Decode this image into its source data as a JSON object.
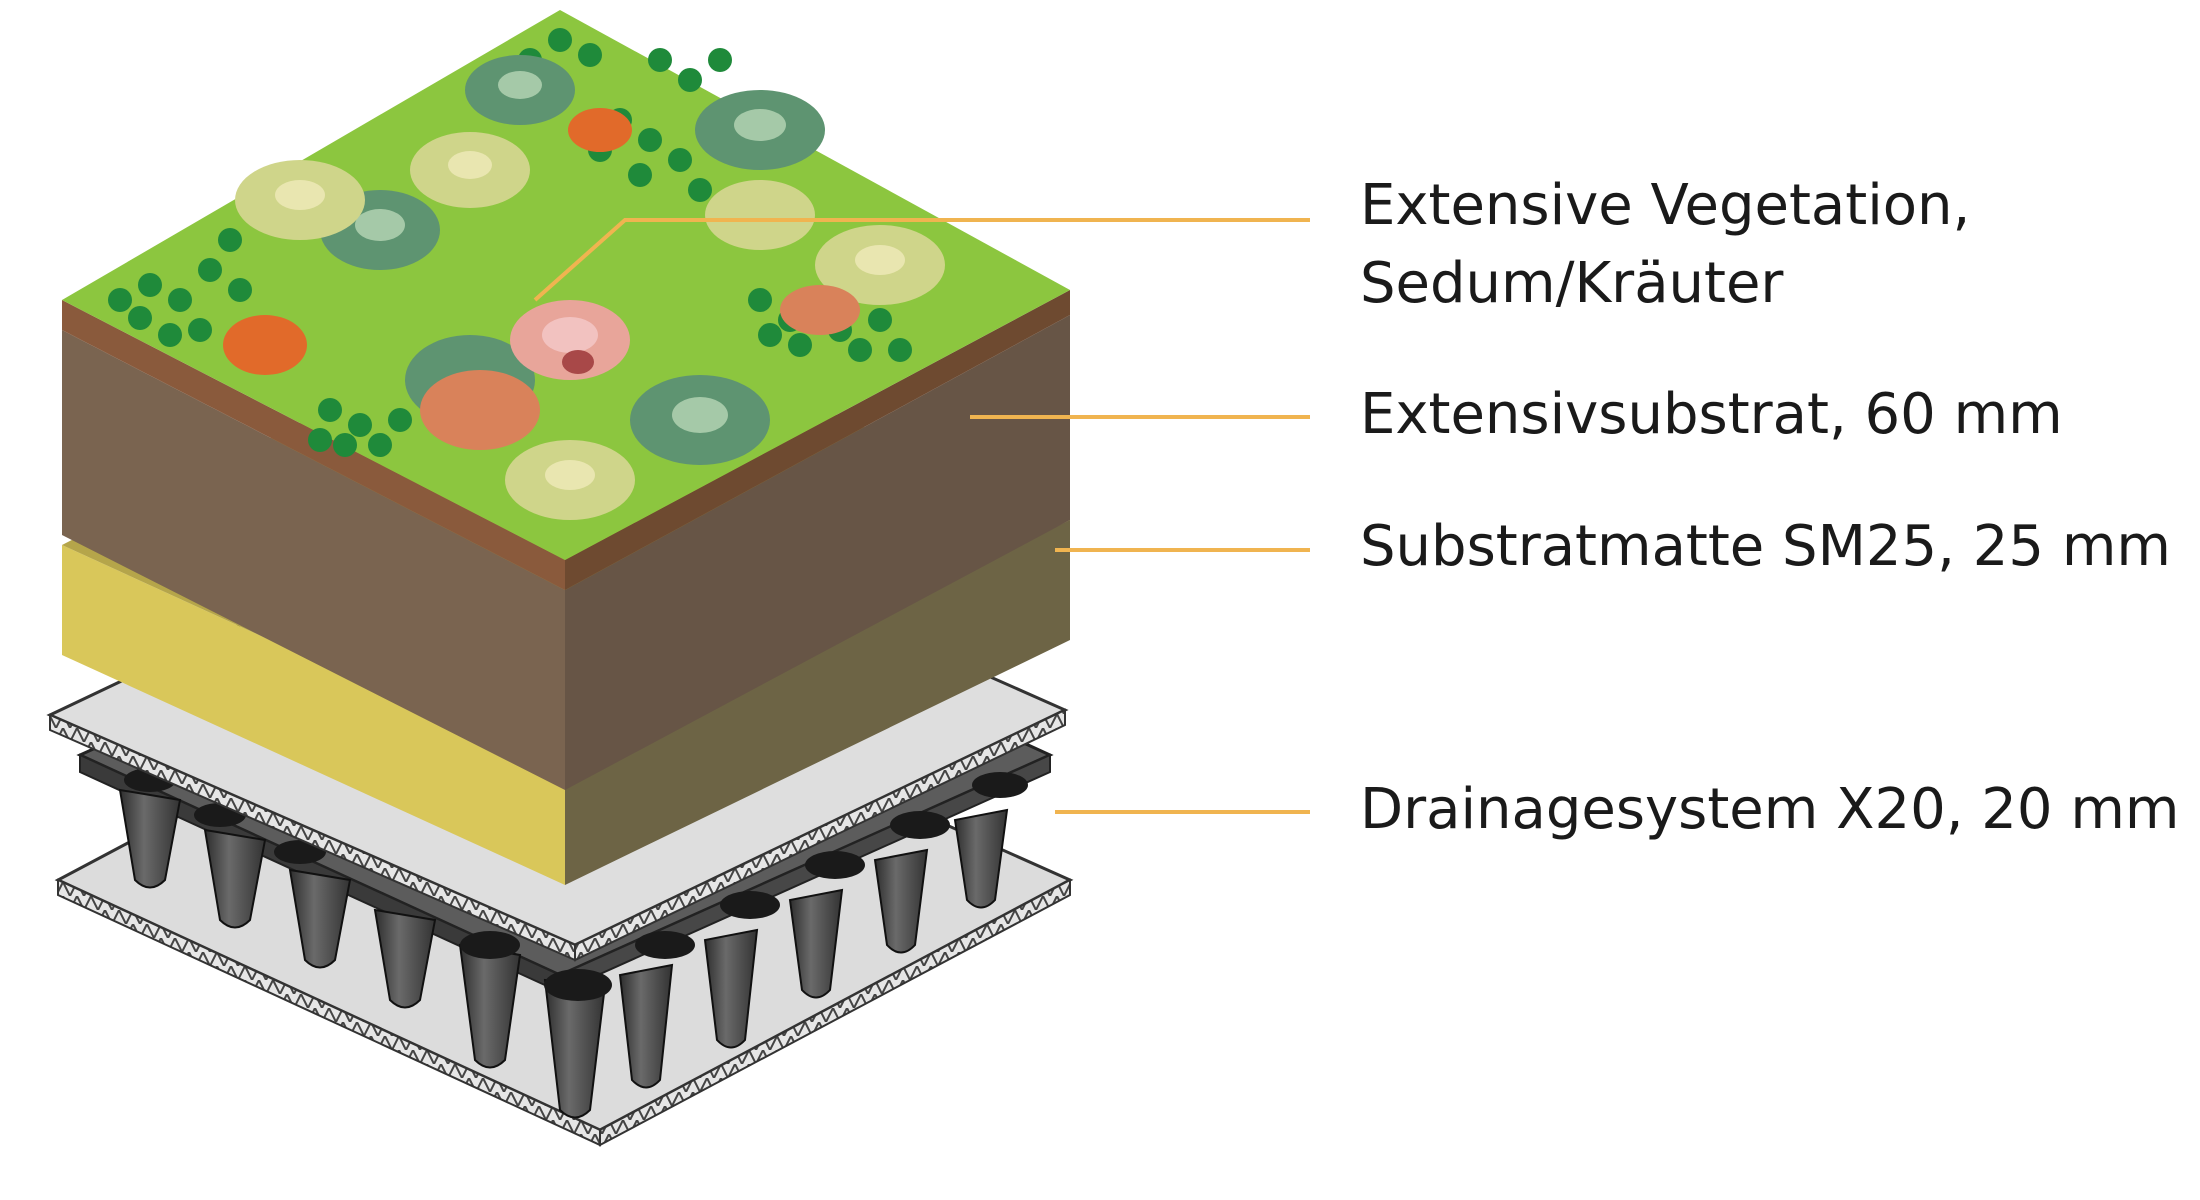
{
  "layers": [
    {
      "id": "vegetation",
      "label_lines": [
        "Extensive Vegetation,",
        "Sedum/Kräuter"
      ]
    },
    {
      "id": "substrate",
      "label_lines": [
        "Extensivsubstrat, 60 mm"
      ]
    },
    {
      "id": "mat",
      "label_lines": [
        "Substratmatte SM25, 25 mm"
      ]
    },
    {
      "id": "drainage",
      "label_lines": [
        "Drainagesystem X20, 20 mm"
      ]
    }
  ],
  "colors": {
    "leader_line": "#f0b450",
    "text": "#1a1a1a",
    "vegetation_base": "#8cc63f",
    "substrate_front": "#675546",
    "substrate_top_edge": "#8a5a3c",
    "mat_front": "#6d6445",
    "mat_side": "#d9c75a",
    "fleece": "#dcdcdc",
    "drainage_board": "#555555"
  }
}
